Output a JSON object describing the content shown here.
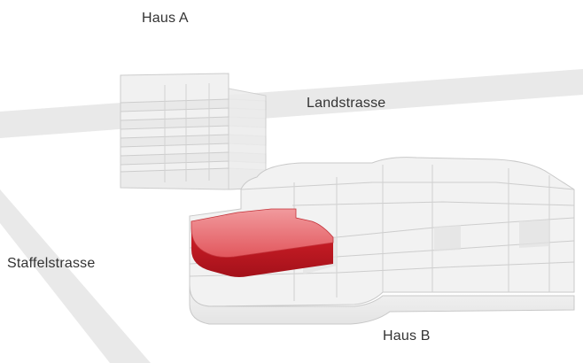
{
  "labels": {
    "haus_a": "Haus A",
    "haus_b": "Haus B",
    "landstrasse": "Landstrasse",
    "staffelstrasse": "Staffelstrasse"
  },
  "colors": {
    "highlight_unit": "#d6202a",
    "street": "#e9e9e9",
    "building_glass": "#eeeeee",
    "building_edge": "#c9c9c9",
    "label_text": "#333333"
  }
}
